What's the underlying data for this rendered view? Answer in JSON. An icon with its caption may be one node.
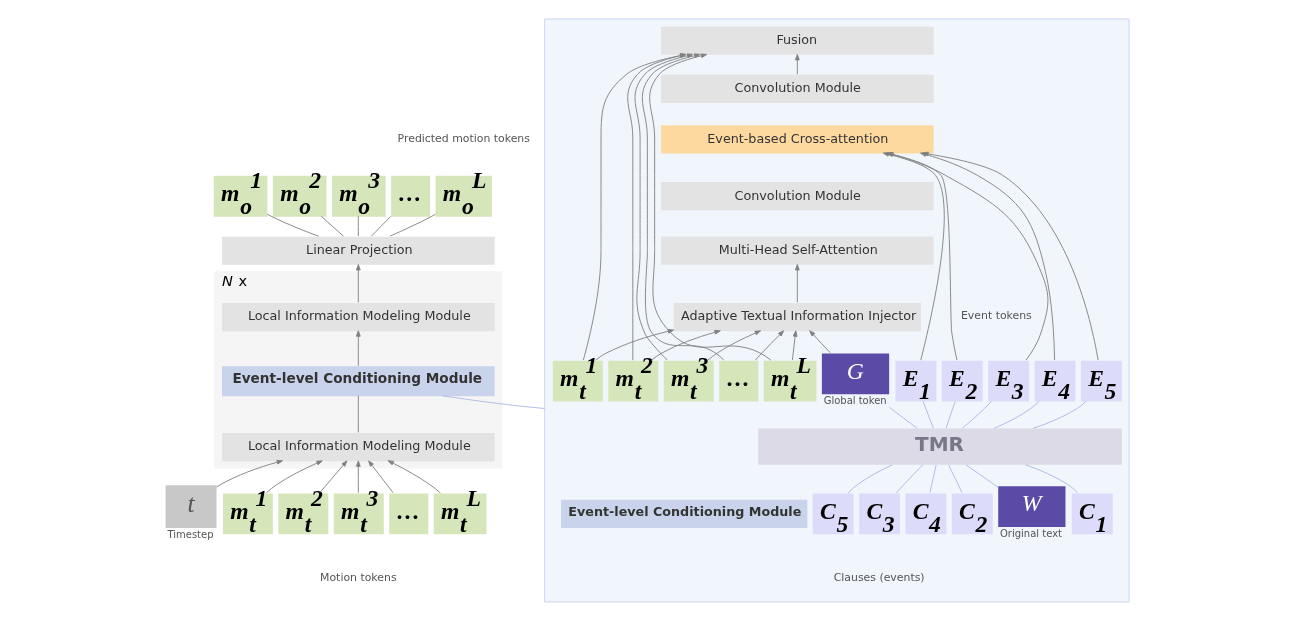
{
  "diagram": {
    "nodes": [
      {
        "text": [
          "m$_{o}$$^{1}$"
        ]
      },
      {
        "text": [
          "m$_{o}$$^{2}$"
        ]
      },
      {
        "text": [
          "m$_{o}$$^{3}$"
        ]
      },
      {
        "text": [
          "…"
        ]
      },
      {
        "text": [
          "m$_{o}$$^{L}$"
        ]
      },
      {
        "text": [
          "Linear Projection"
        ]
      },
      {
        "text": [
          "*N* x"
        ]
      },
      {
        "text": [
          "Local Information Modeling Module"
        ],
        "in": 6
      },
      {
        "text": [
          "Event-level Conditioning Module"
        ],
        "in": 6
      },
      {
        "text": [
          "Local Information Modeling Module"
        ],
        "in": 6
      },
      {
        "text": [
          "t"
        ],
        "beside": [
          "Timestep"
        ]
      },
      {
        "text": [
          "m$_{t}$$^{1}$"
        ]
      },
      {
        "text": [
          "m$_{t}$$^{2}$"
        ]
      },
      {
        "text": [
          "m$_{t}$$^{3}$"
        ]
      },
      {
        "text": [
          "…"
        ]
      },
      {
        "text": [
          "m$_{t}$$^{L}$"
        ]
      },
      {
        "text": [],
        "shape": "box"
      },
      {
        "text": [
          "Fusion"
        ],
        "in": 16
      },
      {
        "text": [
          "Convolution Module"
        ],
        "in": 16
      },
      {
        "text": [
          "Event-based Cross-attention"
        ],
        "in": 16
      },
      {
        "text": [
          "Convolution Module"
        ],
        "in": 16
      },
      {
        "text": [
          "Multi-Head Self-Attention"
        ],
        "in": 16
      },
      {
        "text": [
          "Adaptive Textual Information Injector"
        ],
        "in": 16
      },
      {
        "text": [
          "m$_{t}$$^{1}$"
        ],
        "in": 16
      },
      {
        "text": [
          "m$_{t}$$^{2}$"
        ],
        "in": 16
      },
      {
        "text": [
          "m$_{t}$$^{3}$"
        ],
        "in": 16
      },
      {
        "text": [
          "…"
        ],
        "in": 16
      },
      {
        "text": [
          "m$_{t}$$^{L}$"
        ],
        "in": 16
      },
      {
        "text": [
          "G"
        ],
        "beside": [
          "Global token"
        ],
        "in": 16
      },
      {
        "text": [
          "E$_{1}$"
        ],
        "in": 16
      },
      {
        "text": [
          "E$_{2}$"
        ],
        "in": 16
      },
      {
        "text": [
          "E$_{3}$"
        ],
        "in": 16
      },
      {
        "text": [
          "E$_{4}$"
        ],
        "in": 16
      },
      {
        "text": [
          "E$_{5}$"
        ],
        "in": 16
      },
      {
        "text": [
          "TMR"
        ],
        "in": 16
      },
      {
        "text": [
          "W"
        ],
        "beside": [
          "Original text"
        ],
        "in": 16
      },
      {
        "text": [
          "C$_{1}$"
        ],
        "in": 16
      },
      {
        "text": [
          "C$_{2}$"
        ],
        "in": 16
      },
      {
        "text": [
          "C$_{3}$"
        ],
        "in": 16
      },
      {
        "text": [
          "C$_{4}$"
        ],
        "in": 16
      },
      {
        "text": [
          "C$_{5}$"
        ],
        "in": 16
      },
      {
        "text": [
          "Event-level Conditioning Module"
        ],
        "in": 16
      }
    ],
    "edges": [
      {
        "from": 5,
        "to": 0,
        "arrow": "none"
      },
      {
        "from": 5,
        "to": 1,
        "arrow": "none"
      },
      {
        "from": 5,
        "to": 2,
        "arrow": "none"
      },
      {
        "from": 5,
        "to": 3,
        "arrow": "none"
      },
      {
        "from": 5,
        "to": 4,
        "arrow": "none"
      },
      {
        "from": 7,
        "to": 5,
        "arrow": "to"
      },
      {
        "from": 8,
        "to": 7,
        "arrow": "to"
      },
      {
        "from": 9,
        "to": 8,
        "arrow": "none"
      },
      {
        "from": 10,
        "to": 9,
        "arrow": "to"
      },
      {
        "from": 11,
        "to": 9,
        "arrow": "to"
      },
      {
        "from": 12,
        "to": 9,
        "arrow": "to"
      },
      {
        "from": 13,
        "to": 9,
        "arrow": "to"
      },
      {
        "from": 14,
        "to": 9,
        "arrow": "to"
      },
      {
        "from": 15,
        "to": 9,
        "arrow": "to"
      },
      {
        "from": 8,
        "to": 16,
        "arrow": "none",
        "color": "#a9b8e0"
      },
      {
        "from": 18,
        "to": 17,
        "arrow": "to"
      },
      {
        "from": 22,
        "to": 21,
        "arrow": "to"
      },
      {
        "from": 23,
        "to": 22,
        "arrow": "to"
      },
      {
        "from": 24,
        "to": 22,
        "arrow": "to"
      },
      {
        "from": 25,
        "to": 22,
        "arrow": "to"
      },
      {
        "from": 26,
        "to": 22,
        "arrow": "to"
      },
      {
        "from": 27,
        "to": 22,
        "arrow": "to"
      },
      {
        "from": 23,
        "to": 17,
        "arrow": "to"
      },
      {
        "from": 24,
        "to": 17,
        "arrow": "to"
      },
      {
        "from": 25,
        "to": 17,
        "arrow": "to"
      },
      {
        "from": 26,
        "to": 17,
        "arrow": "to"
      },
      {
        "from": 27,
        "to": 17,
        "arrow": "to"
      },
      {
        "from": 28,
        "to": 22,
        "arrow": "to"
      },
      {
        "from": 29,
        "to": 19,
        "arrow": "to"
      },
      {
        "from": 30,
        "to": 19,
        "arrow": "to"
      },
      {
        "from": 31,
        "to": 19,
        "arrow": "to"
      },
      {
        "from": 32,
        "to": 19,
        "arrow": "to"
      },
      {
        "from": 33,
        "to": 19,
        "arrow": "to"
      },
      {
        "from": 35,
        "to": 34,
        "arrow": "none",
        "color": "#a9b8e0"
      },
      {
        "from": 34,
        "to": 28,
        "arrow": "none",
        "color": "#a9b8e0"
      },
      {
        "from": 36,
        "to": 34,
        "arrow": "none",
        "color": "#a9b8e0"
      },
      {
        "from": 37,
        "to": 34,
        "arrow": "none",
        "color": "#a9b8e0"
      },
      {
        "from": 38,
        "to": 34,
        "arrow": "none",
        "color": "#a9b8e0"
      },
      {
        "from": 39,
        "to": 34,
        "arrow": "none",
        "color": "#a9b8e0"
      },
      {
        "from": 40,
        "to": 34,
        "arrow": "none",
        "color": "#a9b8e0"
      },
      {
        "from": 34,
        "to": 29,
        "arrow": "none",
        "color": "#a9b8e0"
      },
      {
        "from": 34,
        "to": 30,
        "arrow": "none",
        "color": "#a9b8e0"
      },
      {
        "from": 34,
        "to": 31,
        "arrow": "none",
        "color": "#a9b8e0"
      },
      {
        "from": 34,
        "to": 32,
        "arrow": "none",
        "color": "#a9b8e0"
      },
      {
        "from": 34,
        "to": 33,
        "arrow": "none",
        "color": "#a9b8e0"
      }
    ],
    "labels": [
      "Predicted motion tokens",
      "Motion tokens",
      "Event tokens",
      "Clauses (events)"
    ]
  }
}
